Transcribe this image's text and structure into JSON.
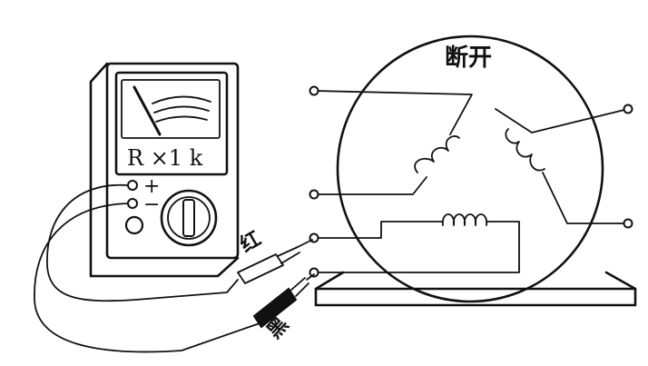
{
  "meter": {
    "range_label": "R ×1 k",
    "plus_label": "+",
    "minus_label": "−"
  },
  "motor": {
    "state_label": "断开"
  },
  "probes": {
    "red_label": "红",
    "black_label": "黑"
  }
}
